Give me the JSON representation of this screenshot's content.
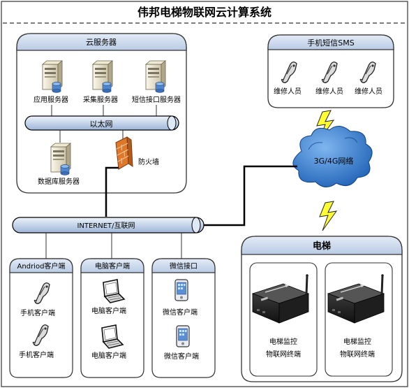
{
  "title": "伟邦电梯物联网云计算系统",
  "cloud_servers": {
    "title": "云服务器",
    "servers": [
      "应用服务器",
      "采集服务器",
      "短信接口服务器"
    ],
    "ethernet": "以太网",
    "database": "数据库服务器",
    "firewall": "防火墙"
  },
  "sms": {
    "title": "手机短信SMS",
    "phones": [
      "维修人员",
      "维修人员",
      "维修人员"
    ]
  },
  "network": "3G/4G网络",
  "internet": "INTERNET/互联网",
  "clients": {
    "android": {
      "title": "Andriod客户端",
      "items": [
        "手机客户端",
        "手机客户端"
      ]
    },
    "pc": {
      "title": "电脑客户端",
      "items": [
        "电脑客户端",
        "电脑客户端"
      ]
    },
    "wechat": {
      "title": "微信接口",
      "items": [
        "微信客户端",
        "微信客户端"
      ]
    }
  },
  "elevator": {
    "title": "电梯",
    "terminals": [
      {
        "line1": "电梯监控",
        "line2": "物联网终端"
      },
      {
        "line1": "电梯监控",
        "line2": "物联网终端"
      }
    ]
  },
  "colors": {
    "panel_header": "#c6d5ea",
    "bar_fill": "#c4d4ea",
    "bar_stroke": "#000000",
    "lightning": "#ffff33",
    "firewall": "#e0782a",
    "cloud_fill": "#3f84d4"
  },
  "icons": {
    "server": "server-tower-icon",
    "firewall": "brick-firewall-icon",
    "phone": "flip-phone-icon",
    "laptop": "laptop-icon",
    "smartphone": "smartphone-icon",
    "cloud": "cloud-icon",
    "lightning": "lightning-bolt-icon",
    "terminal": "iot-terminal-box-icon"
  }
}
